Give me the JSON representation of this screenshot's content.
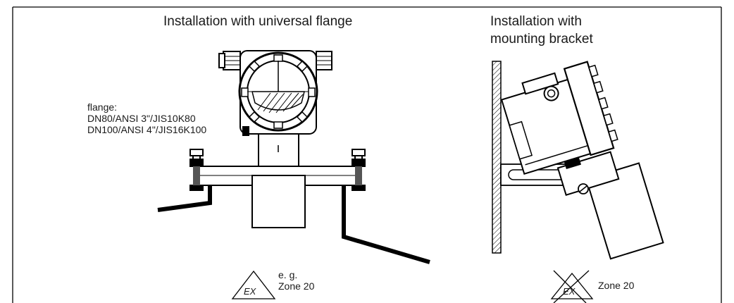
{
  "left": {
    "title": "Installation with universal flange",
    "flange_label": "flange:",
    "flange_line1": "DN80/ANSI 3\"/JIS10K80",
    "flange_line2": "DN100/ANSI 4\"/JIS16K100",
    "ex_prefix": "e. g.",
    "ex_zone": "Zone 20",
    "ex_symbol": "EX"
  },
  "right": {
    "title_line1": "Installation with",
    "title_line2": "mounting bracket",
    "ex_zone": "Zone 20",
    "ex_symbol": "EX"
  }
}
